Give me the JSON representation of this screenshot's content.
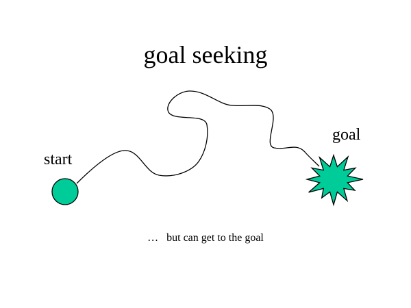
{
  "slide": {
    "title": "goal seeking",
    "start_label": "start",
    "goal_label": "goal",
    "caption": "…   but can get to the goal"
  },
  "colors": {
    "shape_fill": "#00CC99",
    "outline": "#000000",
    "path_stroke": "#000000",
    "background": "#FFFFFF"
  },
  "icons": {
    "start": "circle-icon",
    "goal": "starburst-icon"
  }
}
